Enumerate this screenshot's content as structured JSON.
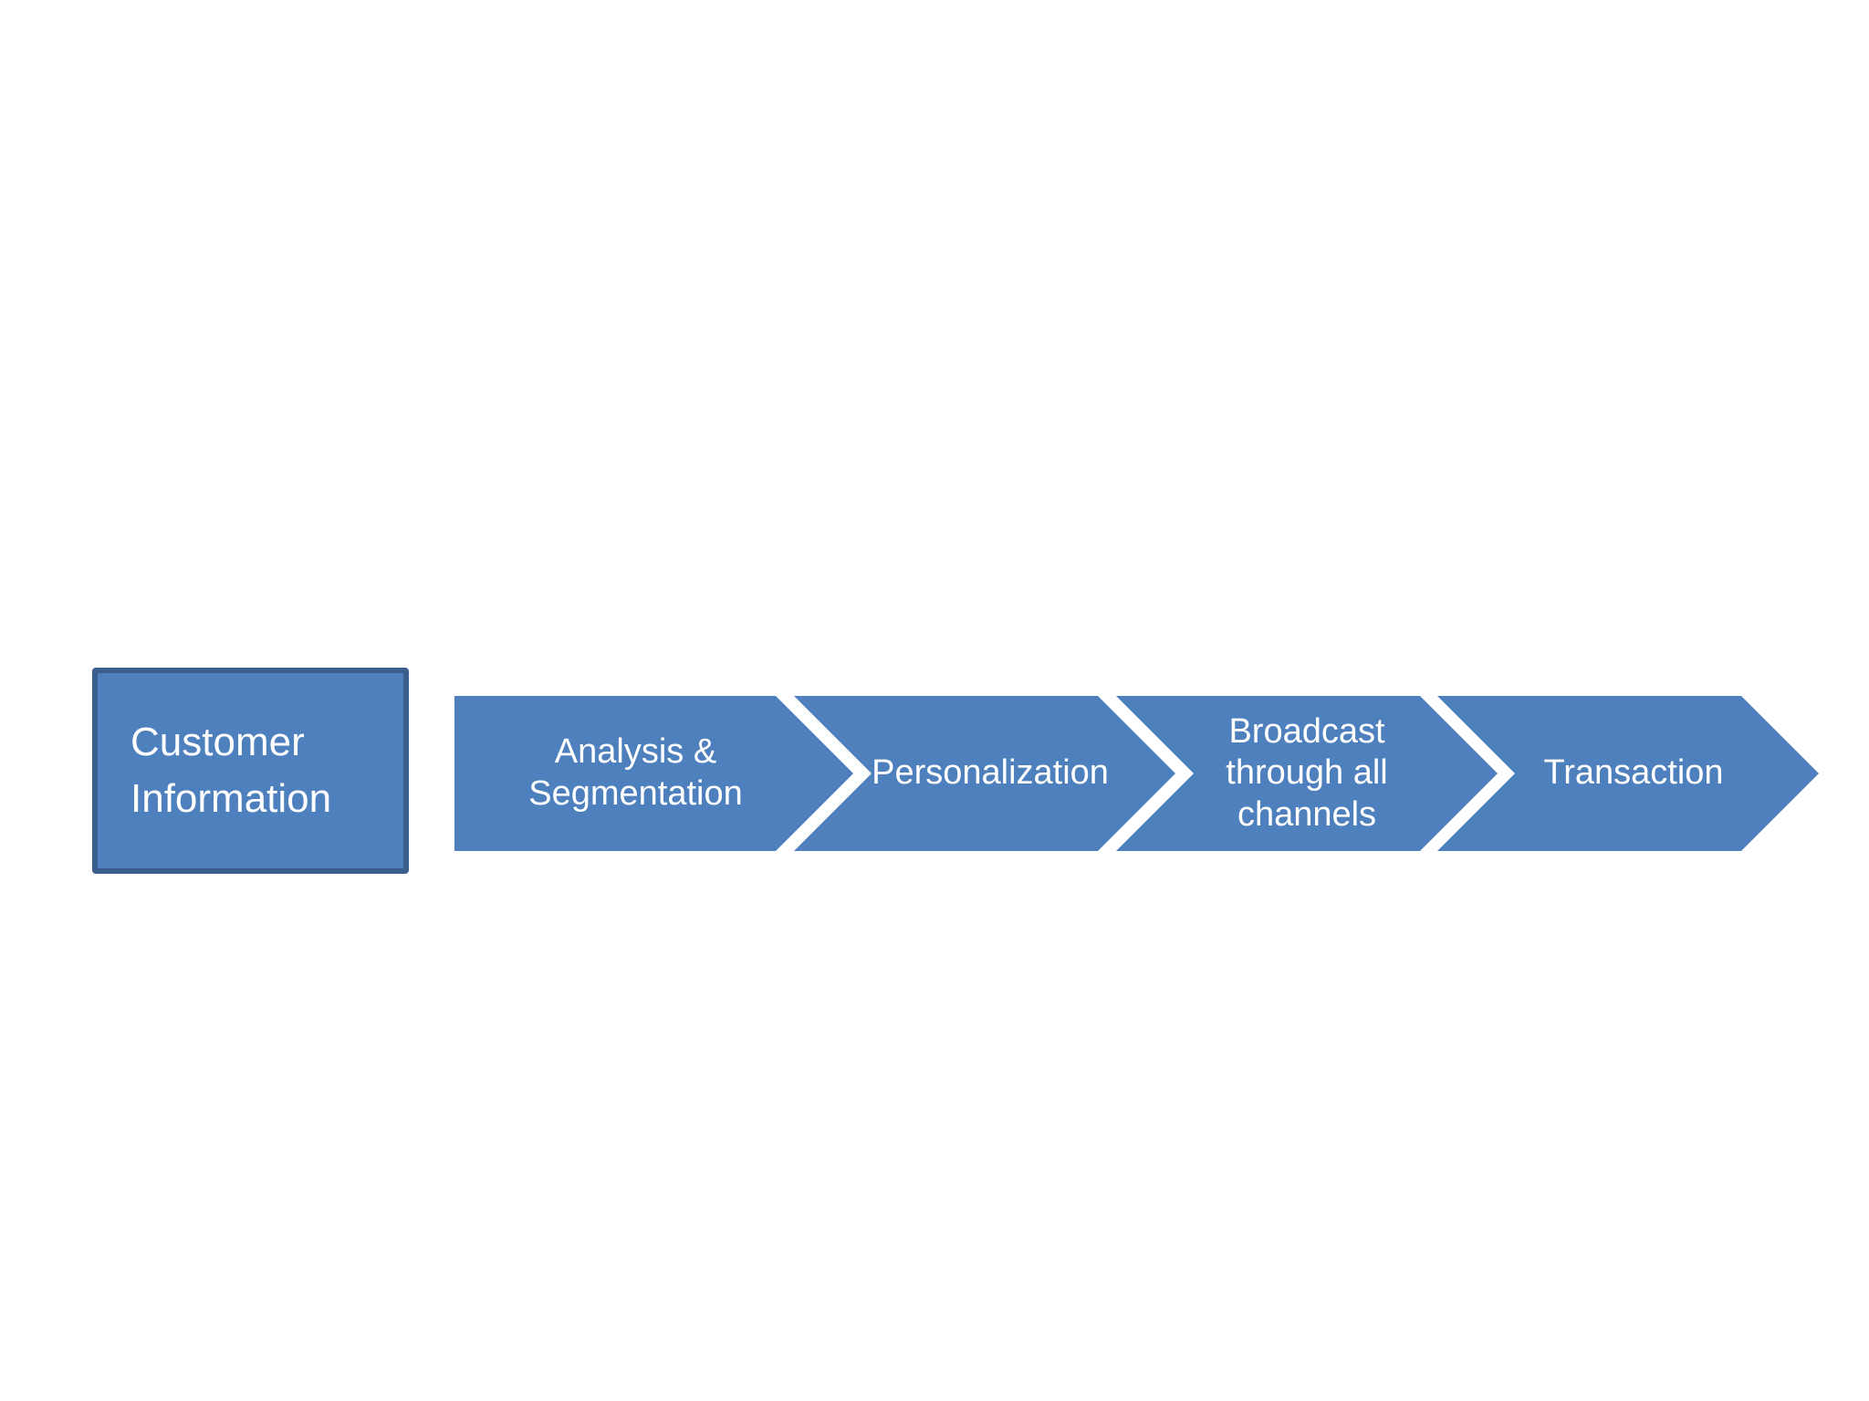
{
  "diagram": {
    "source_box": {
      "label": "Customer\nInformation"
    },
    "steps": [
      {
        "label": "Analysis &\nSegmentation"
      },
      {
        "label": "Personalization"
      },
      {
        "label": "Broadcast\nthrough all\nchannels"
      },
      {
        "label": "Transaction"
      }
    ],
    "colors": {
      "shape_fill": "#4e80bd",
      "box_border": "#3a5f8d",
      "text": "#ffffff",
      "background": "#ffffff",
      "separator_gap": "#ffffff"
    }
  }
}
